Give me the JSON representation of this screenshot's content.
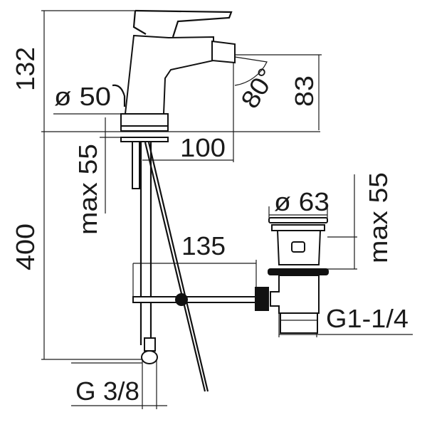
{
  "dimensions": {
    "height_total": "132",
    "base_diameter": "ø 50",
    "spout_angle": "80°",
    "spout_height": "83",
    "spout_reach": "100",
    "max_deck_thickness_left": "max 55",
    "hose_length": "400",
    "waste_diameter": "ø 63",
    "max_deck_thickness_right": "max 55",
    "rod_length": "135",
    "waste_thread": "G1-1/4",
    "inlet_thread": "G 3/8"
  },
  "colors": {
    "line": "#1a1a1a",
    "background": "#ffffff"
  }
}
